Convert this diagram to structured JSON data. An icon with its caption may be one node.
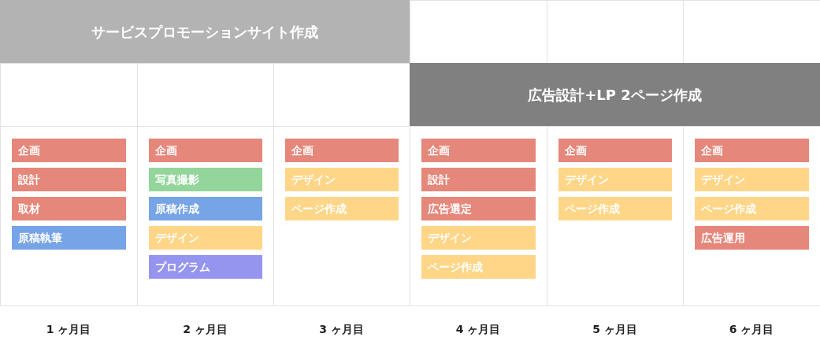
{
  "diagram": {
    "nodes": [
      {
        "text": [
          "サービスプロモーションサイト作成"
        ]
      },
      {
        "text": [
          "広告設計+LP 2ページ作成"
        ]
      },
      {
        "text": [],
        "shape": "box"
      },
      {
        "text": [
          "企画"
        ],
        "in": 2
      },
      {
        "text": [
          "設計"
        ],
        "in": 2
      },
      {
        "text": [
          "取材"
        ],
        "in": 2
      },
      {
        "text": [
          "原稿執筆"
        ],
        "in": 2
      },
      {
        "text": [],
        "shape": "box"
      },
      {
        "text": [
          "企画"
        ],
        "in": 7
      },
      {
        "text": [
          "写真撮影"
        ],
        "in": 7
      },
      {
        "text": [
          "原稿作成"
        ],
        "in": 7
      },
      {
        "text": [
          "デザイン"
        ],
        "in": 7
      },
      {
        "text": [
          "プログラム"
        ],
        "in": 7
      },
      {
        "text": [],
        "shape": "box"
      },
      {
        "text": [
          "企画"
        ],
        "in": 13
      },
      {
        "text": [
          "デザイン"
        ],
        "in": 13
      },
      {
        "text": [
          "ページ作成"
        ],
        "in": 13
      },
      {
        "text": [],
        "shape": "box"
      },
      {
        "text": [
          "企画"
        ],
        "in": 17
      },
      {
        "text": [
          "設計"
        ],
        "in": 17
      },
      {
        "text": [
          "広告選定"
        ],
        "in": 17
      },
      {
        "text": [
          "デザイン"
        ],
        "in": 17
      },
      {
        "text": [
          "ページ作成"
        ],
        "in": 17
      },
      {
        "text": [],
        "shape": "box"
      },
      {
        "text": [
          "企画"
        ],
        "in": 23
      },
      {
        "text": [
          "デザイン"
        ],
        "in": 23
      },
      {
        "text": [
          "ページ作成"
        ],
        "in": 23
      },
      {
        "text": [],
        "shape": "box"
      },
      {
        "text": [
          "企画"
        ],
        "in": 27
      },
      {
        "text": [
          "デザイン"
        ],
        "in": 27
      },
      {
        "text": [
          "ページ作成"
        ],
        "in": 27
      },
      {
        "text": [
          "広告運用"
        ],
        "in": 27
      }
    ],
    "edges": [],
    "labels": [
      "1 ヶ月目",
      "2 ヶ月目",
      "3 ヶ月目",
      "4 ヶ月目",
      "5 ヶ月目",
      "6 ヶ月目"
    ]
  }
}
